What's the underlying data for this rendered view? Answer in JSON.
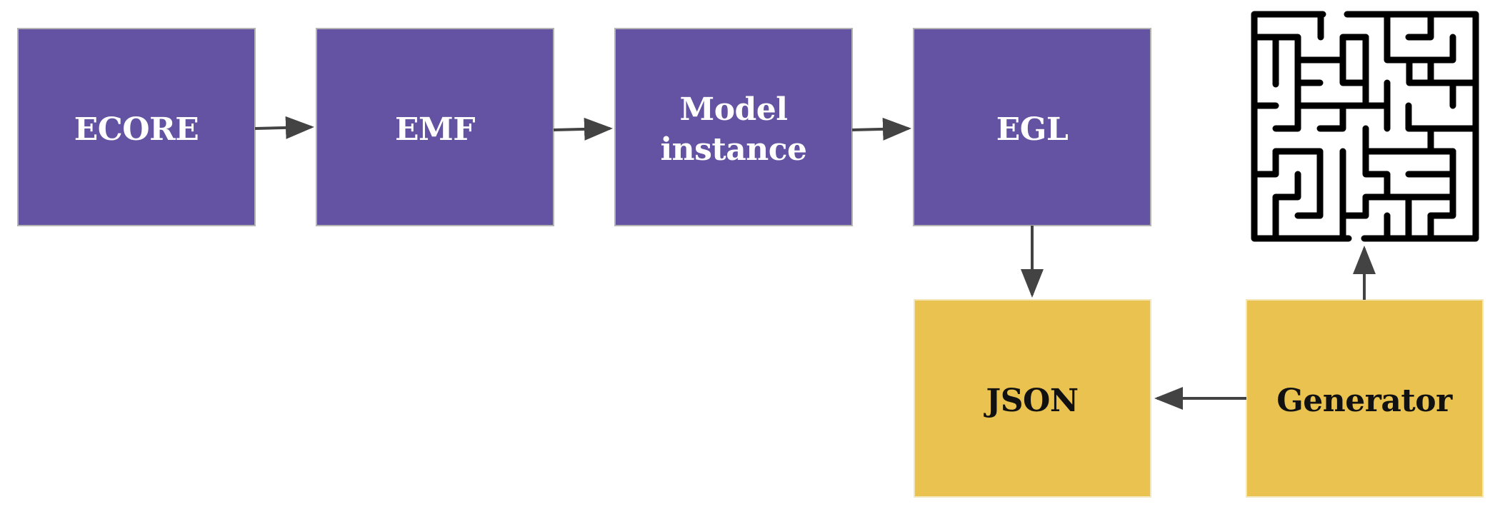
{
  "diagram": {
    "nodes": {
      "ecore": {
        "label": "ECORE"
      },
      "emf": {
        "label": "EMF"
      },
      "model": {
        "label_line1": "Model",
        "label_line2": "instance"
      },
      "egl": {
        "label": "EGL"
      },
      "json": {
        "label": "JSON"
      },
      "generator": {
        "label": "Generator"
      }
    },
    "edges": [
      {
        "from": "ECORE",
        "to": "EMF"
      },
      {
        "from": "EMF",
        "to": "Model instance"
      },
      {
        "from": "Model instance",
        "to": "EGL"
      },
      {
        "from": "EGL",
        "to": "JSON"
      },
      {
        "from": "Generator",
        "to": "JSON"
      },
      {
        "from": "Generator",
        "to": "maze"
      }
    ],
    "colors": {
      "purple_fill": "#6453a2",
      "purple_text": "#ffffff",
      "yellow_fill": "#e9c250",
      "yellow_text": "#111111",
      "box_border": "#b3b3b3",
      "arrow": "#434343",
      "maze": "#000000"
    },
    "icons": {
      "maze": "maze-icon"
    }
  }
}
